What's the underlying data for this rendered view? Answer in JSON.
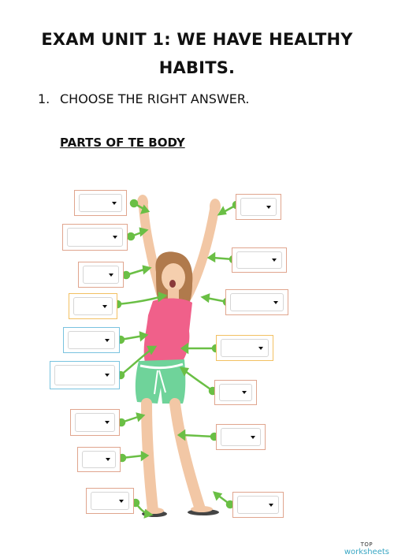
{
  "title": "EXAM UNIT 1: WE HAVE HEALTHY HABITS.",
  "instruction": {
    "number": "1.",
    "text": "CHOOSE THE RIGHT ANSWER."
  },
  "section_heading": "PARTS OF TE BODY",
  "dropdowns": [
    {
      "id": "left-1",
      "value": ""
    },
    {
      "id": "left-2",
      "value": ""
    },
    {
      "id": "left-3",
      "value": ""
    },
    {
      "id": "left-4",
      "value": ""
    },
    {
      "id": "left-5",
      "value": ""
    },
    {
      "id": "left-6",
      "value": ""
    },
    {
      "id": "left-7",
      "value": ""
    },
    {
      "id": "left-8",
      "value": ""
    },
    {
      "id": "left-9",
      "value": ""
    },
    {
      "id": "right-1",
      "value": ""
    },
    {
      "id": "right-2",
      "value": ""
    },
    {
      "id": "right-3",
      "value": ""
    },
    {
      "id": "right-4",
      "value": ""
    },
    {
      "id": "right-5",
      "value": ""
    },
    {
      "id": "right-6",
      "value": ""
    },
    {
      "id": "right-7",
      "value": ""
    }
  ],
  "brand": {
    "line1": "TOP",
    "line2": "worksheets"
  },
  "colors": {
    "arrow": "#6abf45",
    "skin": "#f2c7a5",
    "top": "#f0608a",
    "shorts": "#6fd39a",
    "box_border": "#e0a58e",
    "box_yellow": "#f2c062",
    "box_blue": "#79c3df"
  }
}
